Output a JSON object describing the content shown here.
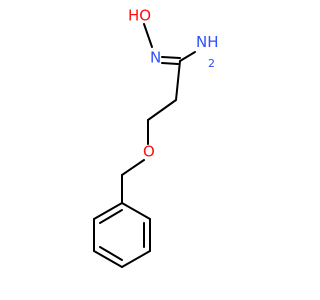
{
  "colors": {
    "oxygen": "#FF0D0D",
    "nitrogen": "#3050F8",
    "carbon": "#000000",
    "background": "#FFFFFF"
  },
  "atoms": {
    "hydroxyl": {
      "element": "O",
      "label": "HO",
      "color_key": "oxygen"
    },
    "imine_nitrogen": {
      "element": "N",
      "label": "N",
      "color_key": "nitrogen"
    },
    "amine_nitrogen": {
      "element": "N",
      "label": "NH",
      "subscript": "2",
      "color_key": "nitrogen"
    },
    "ether_oxygen": {
      "element": "O",
      "label": "O",
      "color_key": "oxygen"
    }
  },
  "bonds": [
    {
      "name": "bond-ho-n",
      "order": 1
    },
    {
      "name": "bond-n-c1",
      "order": 2
    },
    {
      "name": "bond-c1-nh2",
      "order": 1
    },
    {
      "name": "bond-c1-c2",
      "order": 1
    },
    {
      "name": "bond-c2-c3",
      "order": 1
    },
    {
      "name": "bond-c3-o",
      "order": 1
    },
    {
      "name": "bond-o-c4",
      "order": 1
    },
    {
      "name": "bond-c4-ring",
      "order": 1
    },
    {
      "name": "ring-bond-1",
      "order": 1
    },
    {
      "name": "ring-bond-2",
      "order": 2
    },
    {
      "name": "ring-bond-3",
      "order": 1
    },
    {
      "name": "ring-bond-4",
      "order": 2
    },
    {
      "name": "ring-bond-5",
      "order": 1
    },
    {
      "name": "ring-bond-6",
      "order": 2
    }
  ]
}
